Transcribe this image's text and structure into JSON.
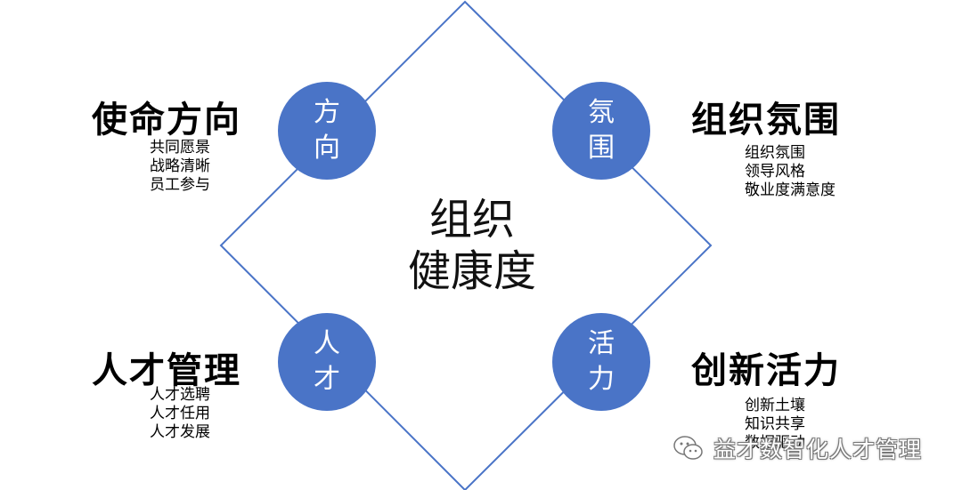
{
  "center": {
    "line1": "组织",
    "line2": "健康度"
  },
  "nodes": {
    "top_left": {
      "line1": "方",
      "line2": "向"
    },
    "top_right": {
      "line1": "氛",
      "line2": "围"
    },
    "bottom_left": {
      "line1": "人",
      "line2": "才"
    },
    "bottom_right": {
      "line1": "活",
      "line2": "力"
    }
  },
  "sections": {
    "mission": {
      "title": "使命方向",
      "items": [
        "共同愿景",
        "战略清晰",
        "员工参与"
      ]
    },
    "climate": {
      "title": "组织氛围",
      "items": [
        "组织氛围",
        "领导风格",
        "敬业度满意度"
      ]
    },
    "talent": {
      "title": "人才管理",
      "items": [
        "人才选聘",
        "人才任用",
        "人才发展"
      ]
    },
    "vitality": {
      "title": "创新活力",
      "items": [
        "创新土壤",
        "知识共享",
        "数据驱动"
      ]
    }
  },
  "watermark": {
    "text": "益才数智化人才管理",
    "icon": "wechat-icon"
  },
  "colors": {
    "node_fill": "#4a74c7",
    "line": "#4a74c7",
    "node_text": "#ffffff"
  }
}
